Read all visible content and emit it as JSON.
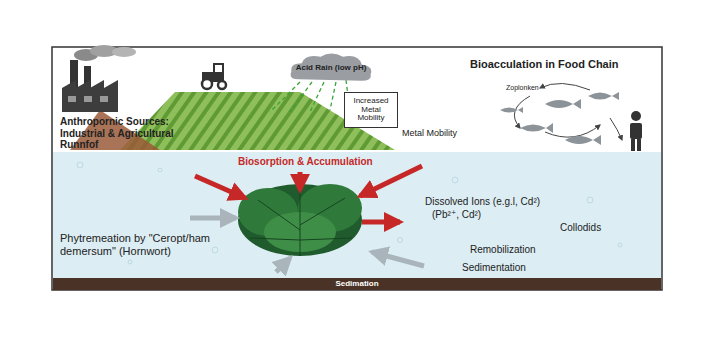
{
  "diagram": {
    "nodes": [
      {
        "text": [
          "Acid Rain (low pH)"
        ]
      },
      {
        "text": [
          "Increased Metal Mobility"
        ]
      },
      {
        "text": [
          "Sedimation"
        ]
      }
    ],
    "labels": [
      "Anthropornic Sources: Industrial & Agricultural Runnfof",
      "Metal Mobility",
      "Bioacculation in Food Chain",
      "Zoplonken",
      "Biosorption & Accumulation",
      "Phytremeation by \"Ceropt/ham demersum\" (Hornwort)",
      "Dissolved Ions (e.g.l, Cd²)",
      "(Pb²⁺, Cd²)",
      "Collodids",
      "Remobilization",
      "Sedimentation"
    ]
  }
}
